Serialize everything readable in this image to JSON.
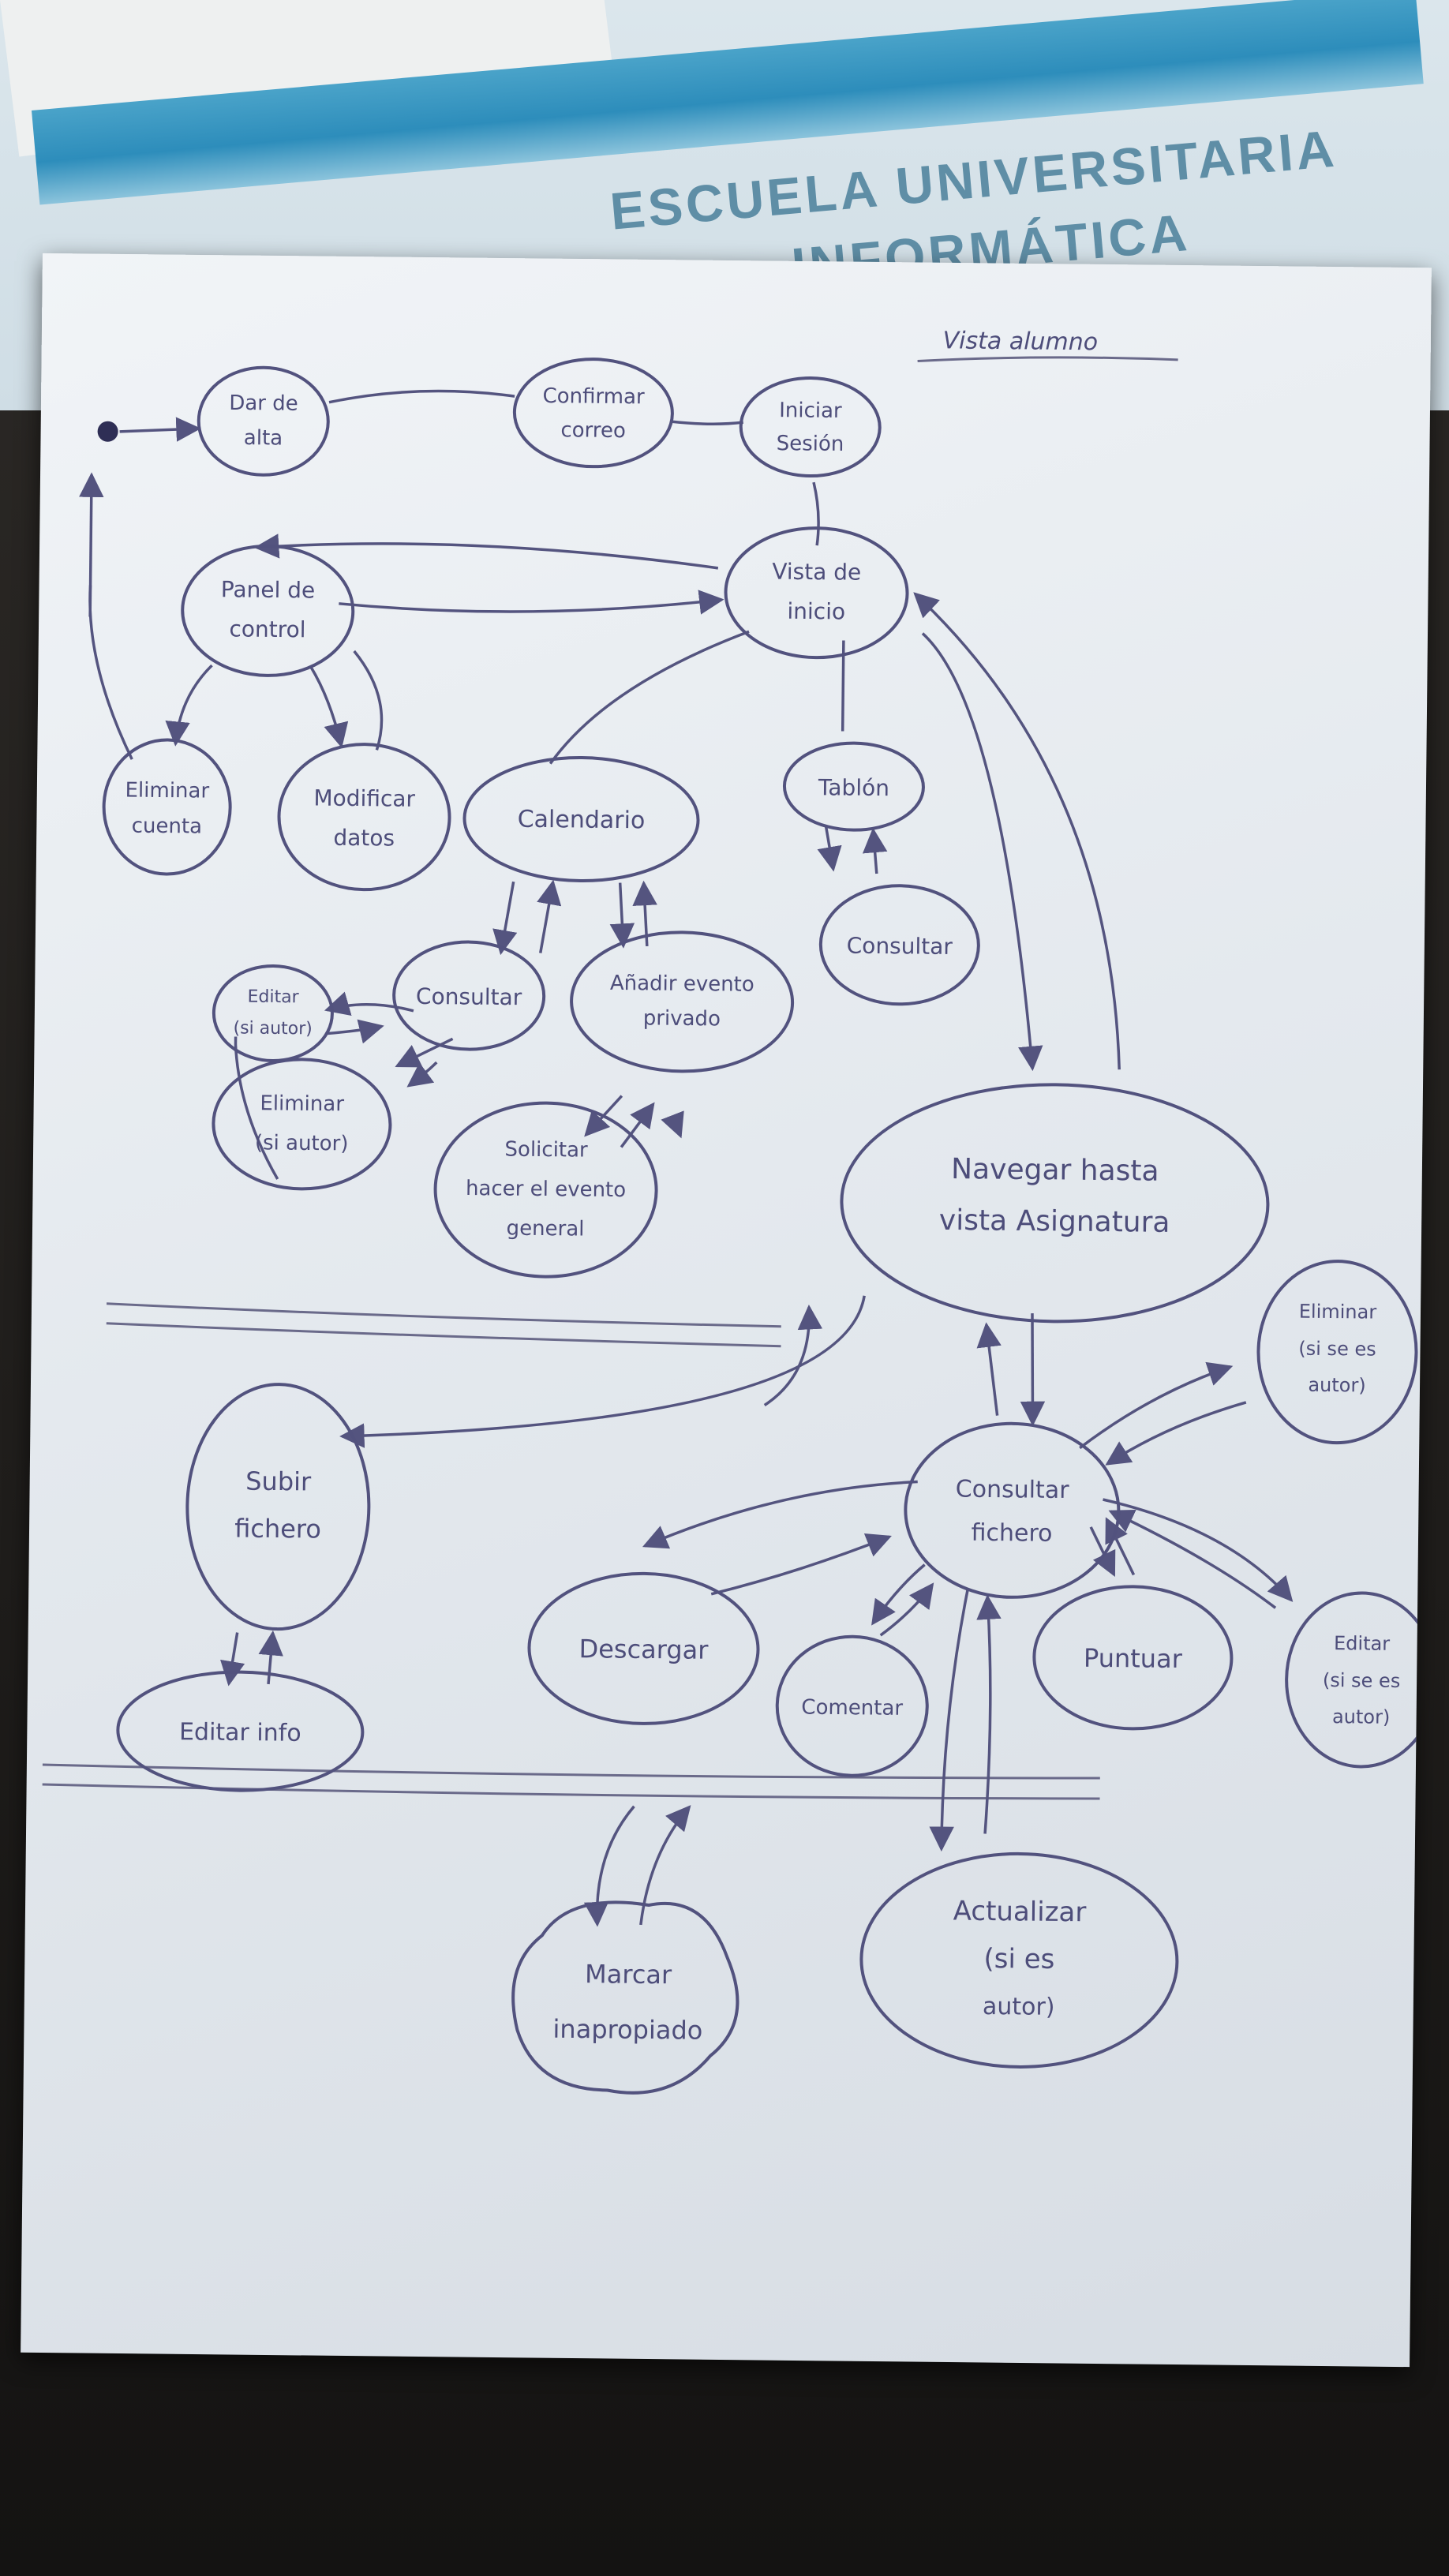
{
  "folder": {
    "line1": "ESCUELA UNIVERSITARIA",
    "line2": "INFORMÁTICA"
  },
  "sheet": {
    "heading": "Vista alumno"
  },
  "nodes": {
    "dar_de_alta": [
      "Dar de",
      "alta"
    ],
    "confirmar_correo": [
      "Confirmar",
      "correo"
    ],
    "iniciar_sesion": [
      "Iniciar",
      "Sesión"
    ],
    "vista_de_inicio": [
      "Vista de",
      "inicio"
    ],
    "panel_de_control": [
      "Panel de",
      "control"
    ],
    "eliminar_cuenta": [
      "Eliminar",
      "cuenta"
    ],
    "modificar_datos": [
      "Modificar",
      "datos"
    ],
    "calendario": [
      "Calendario"
    ],
    "tablon": [
      "Tablón"
    ],
    "consultar_tablon": [
      "Consultar"
    ],
    "consultar_calendario": [
      "Consultar"
    ],
    "anadir_evento_privado": [
      "Añadir evento",
      "privado"
    ],
    "editar_evento": [
      "Editar",
      "(si autor)"
    ],
    "eliminar_evento": [
      "Eliminar",
      "(si autor)"
    ],
    "solicitar_hacer_general": [
      "Solicitar",
      "hacer el evento",
      "general"
    ],
    "navegar_hasta_asignatura": [
      "Navegar hasta",
      "vista Asignatura"
    ],
    "eliminar_fichero": [
      "Eliminar",
      "(si se es",
      "autor)"
    ],
    "subir_fichero": [
      "Subir",
      "fichero"
    ],
    "editar_info": [
      "Editar info"
    ],
    "consultar_fichero": [
      "Consultar",
      "fichero"
    ],
    "descargar": [
      "Descargar"
    ],
    "comentar": [
      "Comentar"
    ],
    "puntuar": [
      "Puntuar"
    ],
    "editar_fichero": [
      "Editar",
      "(si se es",
      "autor)"
    ],
    "marcar_inapropiado": [
      "Marcar",
      "inapropiado"
    ],
    "actualizar": [
      "Actualizar",
      "(si es",
      "autor)"
    ]
  },
  "colors": {
    "ink": "#52527e",
    "paper": "#eef1f4",
    "folder_stripe": "#2d8dbb"
  }
}
